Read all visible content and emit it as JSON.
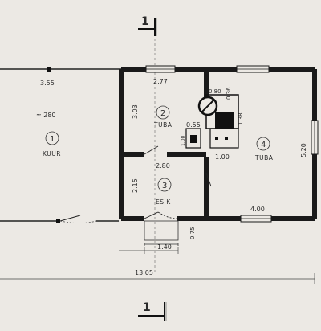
{
  "section_marker": {
    "top": "1",
    "bottom": "1"
  },
  "rooms": [
    {
      "number": "1",
      "name": "KUUR"
    },
    {
      "number": "2",
      "name": "TUBA"
    },
    {
      "number": "3",
      "name": "ESIK"
    },
    {
      "number": "4",
      "name": "TUBA"
    }
  ],
  "dimensions": {
    "kuur_width": "3.55",
    "kuur_height": "≈ 280",
    "room2_width": "2.77",
    "room2_height": "3.03",
    "stove_small": "0.55",
    "stove_small_side": "1.00",
    "room3_width": "2.80",
    "room3_height": "2.15",
    "porch_width": "1.40",
    "porch_depth": "0.75",
    "stove_top": "0.80",
    "stove_top_side": "0.36",
    "stove_side": "1.38",
    "stove_base": "1.00",
    "room4_height": "5.20",
    "room4_window": "4.00",
    "total_length": "13.05"
  }
}
